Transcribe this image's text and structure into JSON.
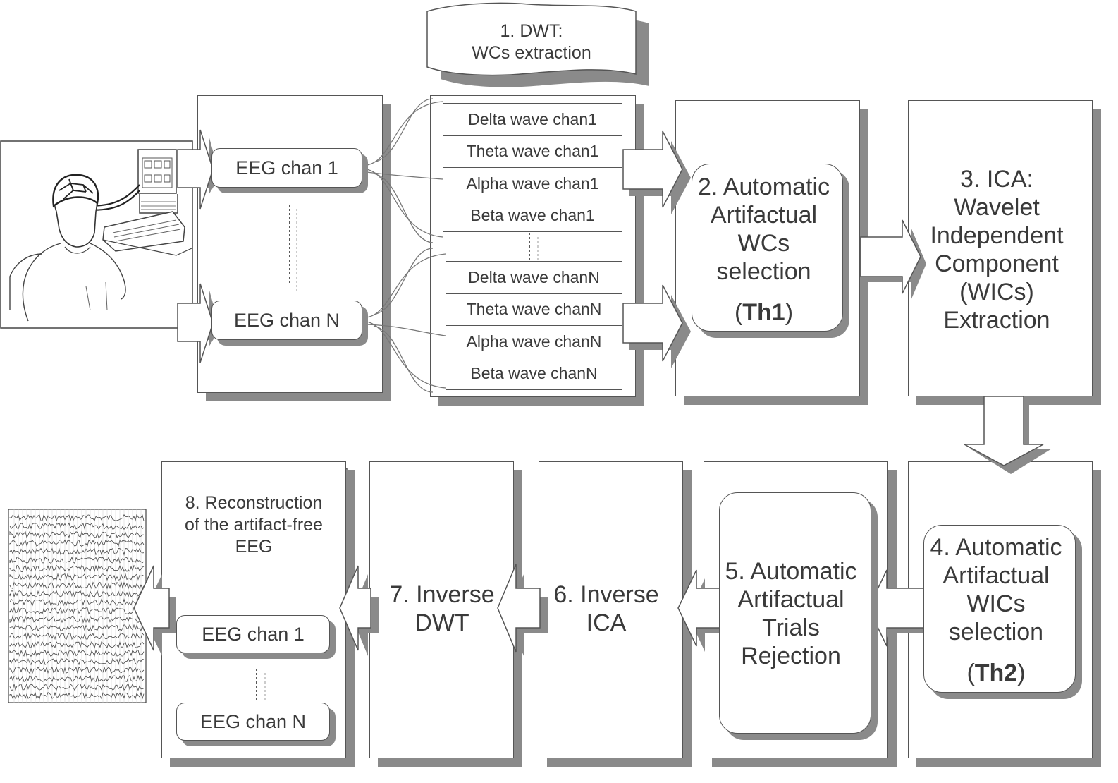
{
  "colors": {
    "stroke": "#555555",
    "shadow": "#8a8a8a",
    "text": "#3a3a3a",
    "fill": "#ffffff"
  },
  "illustrations": {
    "subject_image": "person-with-eeg-cap-at-computer",
    "output_image": "multichannel-eeg-traces"
  },
  "step1": {
    "line1": "1. DWT:",
    "line2": "WCs extraction"
  },
  "input_channels": {
    "first": "EEG chan 1",
    "last": "EEG chan N"
  },
  "wavelets": {
    "chan1": [
      "Delta wave chan1",
      "Theta wave chan1",
      "Alpha wave chan1",
      "Beta wave chan1"
    ],
    "chanN": [
      "Delta wave chanN",
      "Theta wave chanN",
      "Alpha wave chanN",
      "Beta wave chanN"
    ]
  },
  "step2": {
    "text": "2. Automatic\nArtifactual\nWCs\nselection",
    "th_open": "(",
    "th_bold": "Th1",
    "th_close": ")"
  },
  "step3": {
    "text": "3. ICA:\nWavelet\nIndependent\nComponent\n(WICs)\nExtraction"
  },
  "step4": {
    "text": "4. Automatic\nArtifactual\nWICs\nselection",
    "th_open": "(",
    "th_bold": "Th2",
    "th_close": ")"
  },
  "step5": {
    "text": "5. Automatic\nArtifactual\nTrials\nRejection"
  },
  "step6": {
    "text": "6. Inverse\nICA"
  },
  "step7": {
    "text": "7. Inverse\nDWT"
  },
  "step8": {
    "text": "8. Reconstruction\nof the artifact-free\nEEG"
  },
  "output_channels": {
    "first": "EEG chan 1",
    "last": "EEG chan N"
  }
}
